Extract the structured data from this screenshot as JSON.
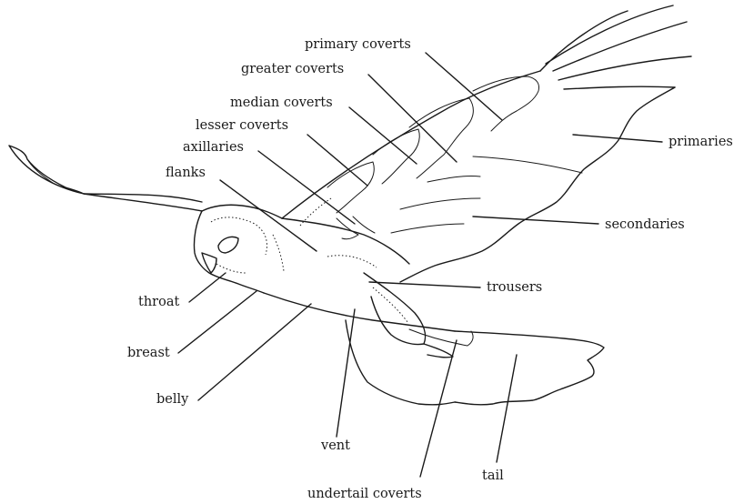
{
  "labels": {
    "primary_coverts": "primary coverts",
    "greater_coverts": "greater coverts",
    "median_coverts": "median coverts",
    "lesser_coverts": "lesser coverts",
    "axillaries": "axillaries",
    "flanks": "flanks",
    "primaries": "primaries",
    "secondaries": "secondaries",
    "trousers": "trousers",
    "throat": "throat",
    "breast": "breast",
    "belly": "belly",
    "vent": "vent",
    "tail": "tail",
    "undertail_coverts": "undertail coverts"
  },
  "colors": {
    "ink": "#1a1a1a",
    "background": "#ffffff"
  }
}
